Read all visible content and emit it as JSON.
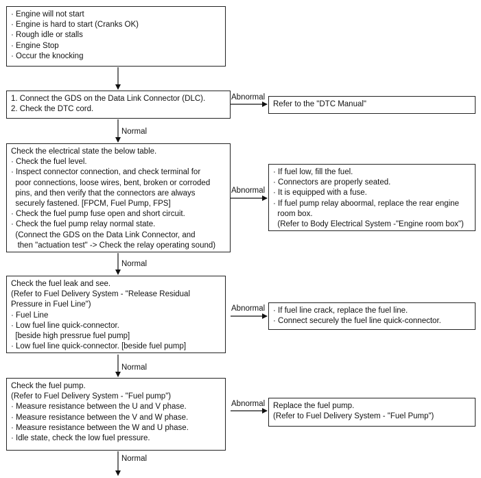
{
  "symptoms": [
    "Engine will not start",
    "Engine is hard to start (Cranks OK)",
    "Rough idle or stalls",
    "Engine Stop",
    "Occur the knocking"
  ],
  "step1": {
    "lines": [
      "1. Connect the GDS on the Data Link Connector (DLC).",
      "2. Check the DTC cord."
    ],
    "abnormal_label": "Abnormal",
    "abnormal_action": "Refer to the \"DTC Manual\"",
    "normal_label": "Normal"
  },
  "step2": {
    "intro": "Check the electrical state the below table.",
    "items": [
      {
        "bullet": "Check the fuel level."
      },
      {
        "bullet": "Inspect connector connection, and check terminal for",
        "cont": [
          "poor connections, loose wires, bent, broken or corroded",
          "pins, and then verify that the connectors are always",
          "securely fastened. [FPCM, Fuel Pump, FPS]"
        ]
      },
      {
        "bullet": "Check the fuel pump fuse open and short circuit."
      },
      {
        "bullet": "Check the fuel pump relay normal state.",
        "cont": [
          " (Connect the GDS on the Data Link Connector, and",
          "  then \"actuation test\" -> Check the relay operating sound)"
        ]
      }
    ],
    "abnormal_label": "Abnormal",
    "abnormal_actions": [
      {
        "bullet": "If fuel low, fill the fuel."
      },
      {
        "bullet": "Connectors are properly seated."
      },
      {
        "bullet": "It is equipped with a fuse."
      },
      {
        "bullet": "If fuel pump relay aboormal, replace the rear engine",
        "cont": [
          "room box.",
          "(Refer to Body Electrical System -\"Engine room box\")"
        ]
      }
    ],
    "normal_label": "Normal"
  },
  "step3": {
    "intro": [
      "Check the fuel leak and see.",
      "(Refer to Fuel Delivery System - \"Release Residual",
      "Pressure in Fuel Line\")"
    ],
    "items": [
      {
        "bullet": "Fuel Line"
      },
      {
        "bullet": "Low fuel line quick-connector.",
        "cont": [
          "[beside high pressrue fuel pump]"
        ]
      },
      {
        "bullet": "Low fuel line quick-connector. [beside fuel pump]"
      }
    ],
    "abnormal_label": "Abnormal",
    "abnormal_actions": [
      {
        "bullet": "If fuel line crack, replace the fuel line."
      },
      {
        "bullet": "Connect securely the fuel line quick-connector."
      }
    ],
    "normal_label": "Normal"
  },
  "step4": {
    "intro": [
      "Check the fuel pump.",
      "(Refer to Fuel Delivery System - \"Fuel pump\")"
    ],
    "items": [
      {
        "bullet": "Measure resistance between the U and V phase."
      },
      {
        "bullet": "Measure resistance between the V and W phase."
      },
      {
        "bullet": "Measure resistance between the W and U phase."
      },
      {
        "bullet": "Idle state, check the low fuel pressure."
      }
    ],
    "abnormal_label": "Abnormal",
    "abnormal_action": [
      "Replace the fuel pump.",
      "(Refer to Fuel Delivery System - \"Fuel Pump\")"
    ],
    "normal_label": "Normal"
  }
}
